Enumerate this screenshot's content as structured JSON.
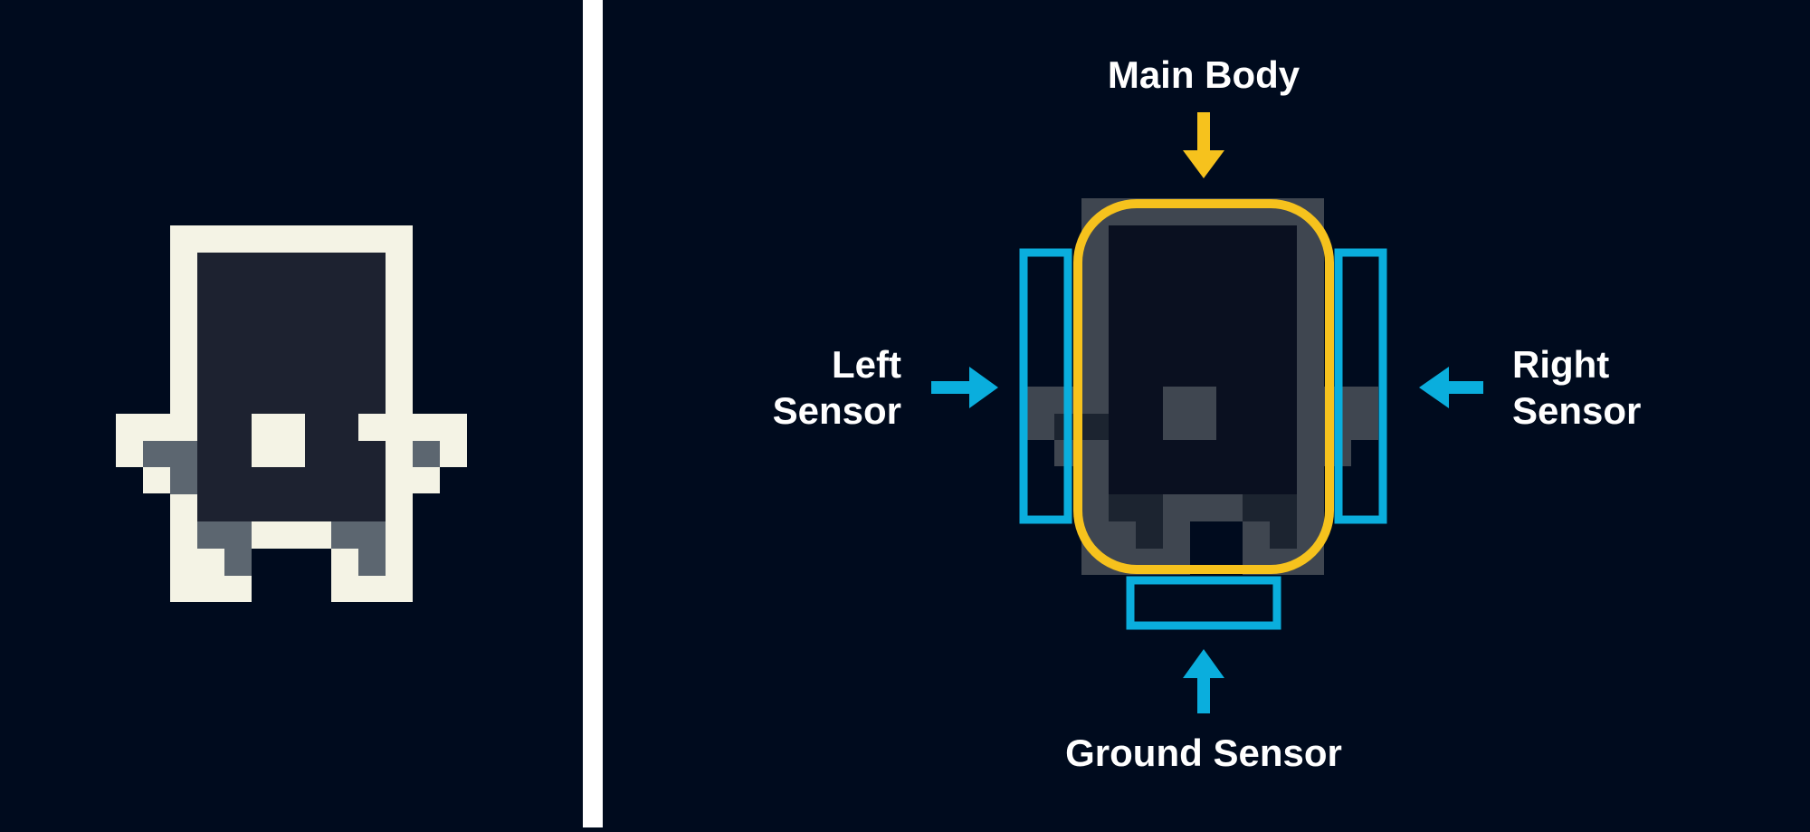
{
  "colors": {
    "background": "#000b1e",
    "divider": "#ffffff",
    "sprite_outline": "#f4f3e5",
    "sprite_body": "#1d2230",
    "sprite_shade": "#5c6670",
    "overlay_sprite": "#3f4650",
    "main_body_accent": "#f6c21d",
    "sensor_accent": "#0aaedd",
    "label_text": "#ffffff"
  },
  "labels": {
    "main_body": "Main Body",
    "left_sensor_line1": "Left",
    "left_sensor_line2": "Sensor",
    "right_sensor_line1": "Right",
    "right_sensor_line2": "Sensor",
    "ground_sensor": "Ground Sensor"
  },
  "icons": {
    "main_body_arrow": "arrow-down-icon",
    "left_sensor_arrow": "arrow-right-icon",
    "right_sensor_arrow": "arrow-left-icon",
    "ground_sensor_arrow": "arrow-up-icon"
  }
}
